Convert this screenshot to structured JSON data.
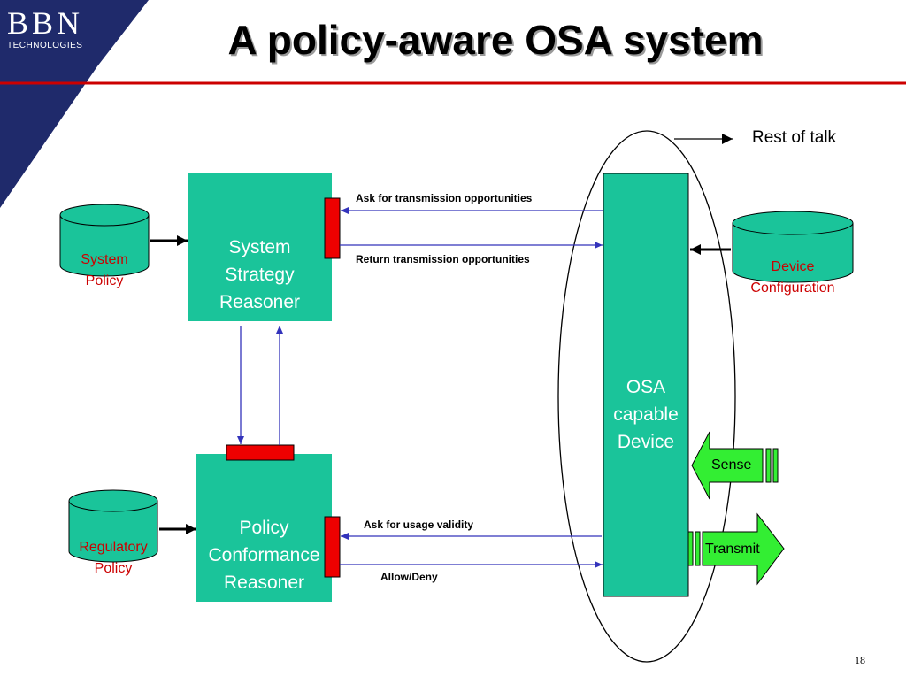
{
  "slide": {
    "title": "A policy-aware OSA system",
    "page_number": "18",
    "logo": {
      "main": "BBN",
      "sub": "TECHNOLOGIES"
    }
  },
  "colors": {
    "box_fill": "#1ac49a",
    "port_fill": "#ee0000",
    "flow_line": "#3333bb",
    "rule_red": "#cc0000",
    "green_arrow": "#33ee33",
    "logo_navy": "#1f2a6b"
  },
  "nodes": {
    "system_policy": "System\nPolicy",
    "regulatory_policy": "Regulatory\nPolicy",
    "device_configuration": "Device\nConfiguration",
    "system_strategy_reasoner": "System\nStrategy\nReasoner",
    "policy_conformance_reasoner": "Policy\nConformance\nReasoner",
    "osa_device": "OSA\ncapable\nDevice"
  },
  "edges": {
    "ask_transmission": "Ask for transmission  opportunities",
    "return_transmission": "Return transmission opportunities",
    "ask_usage": "Ask for usage validity",
    "allow_deny": "Allow/Deny"
  },
  "io": {
    "sense": "Sense",
    "transmit": "Transmit"
  },
  "note": {
    "rest_of_talk": "Rest of talk"
  }
}
